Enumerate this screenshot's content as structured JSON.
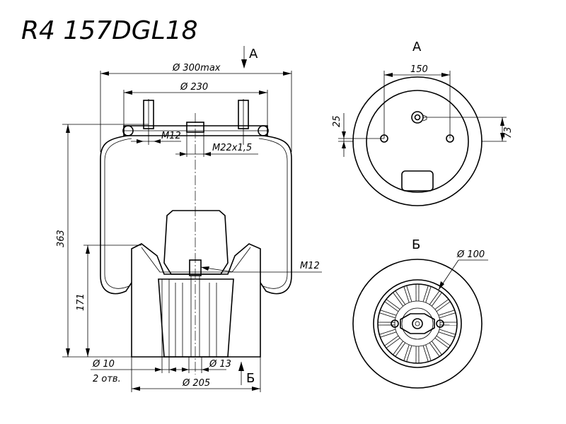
{
  "title": "R4 157DGL18",
  "views": {
    "a_arrow": "А",
    "a_title": "А",
    "b_title": "Б",
    "b_arrow": "Б"
  },
  "dims": {
    "d300": "Ø 300max",
    "d230": "Ø 230",
    "m12_top": "M12",
    "m22": "M22x1,5",
    "h363": "363",
    "h171": "171",
    "m12_bot": "M12",
    "d10": "Ø 10",
    "d10_note": "2 отв.",
    "d13": "Ø 13",
    "d205": "Ø 205",
    "w150": "150",
    "v25": "25",
    "v73": "73",
    "d100": "Ø 100"
  }
}
